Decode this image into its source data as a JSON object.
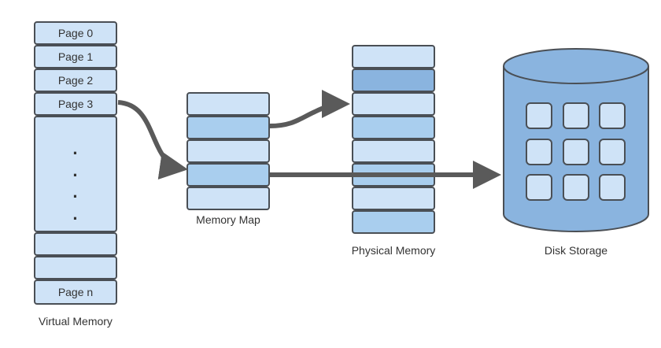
{
  "virtual_memory": {
    "label": "Virtual Memory",
    "pages": [
      "Page 0",
      "Page 1",
      "Page 2",
      "Page 3"
    ],
    "last_page": "Page n",
    "ellipsis": [
      "·",
      "·",
      "·",
      "·"
    ]
  },
  "memory_map": {
    "label": "Memory Map"
  },
  "physical_memory": {
    "label": "Physical Memory"
  },
  "disk_storage": {
    "label": "Disk Storage"
  },
  "colors": {
    "cell_light": "#cfe3f7",
    "cell_mid": "#a9ceee",
    "cell_dark": "#8ab4df",
    "disk": "#8ab4df",
    "stroke": "#4a4f55",
    "arrow": "#5a5a5a"
  }
}
